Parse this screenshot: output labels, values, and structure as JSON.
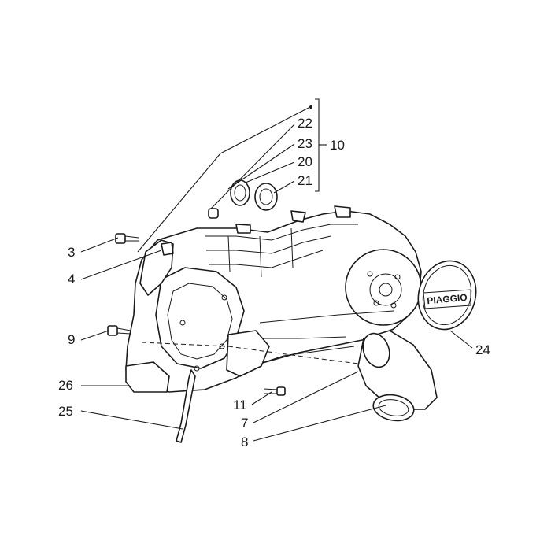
{
  "callouts": [
    {
      "id": "c3",
      "text": "3"
    },
    {
      "id": "c4",
      "text": "4"
    },
    {
      "id": "c9",
      "text": "9"
    },
    {
      "id": "c26",
      "text": "26"
    },
    {
      "id": "c25",
      "text": "25"
    },
    {
      "id": "c11",
      "text": "11"
    },
    {
      "id": "c7",
      "text": "7"
    },
    {
      "id": "c8",
      "text": "8"
    },
    {
      "id": "c24",
      "text": "24"
    },
    {
      "id": "c22",
      "text": "22"
    },
    {
      "id": "c23",
      "text": "23"
    },
    {
      "id": "c20",
      "text": "20"
    },
    {
      "id": "c21",
      "text": "21"
    },
    {
      "id": "c10",
      "text": "10"
    }
  ],
  "emblem": "PIAGGIO"
}
